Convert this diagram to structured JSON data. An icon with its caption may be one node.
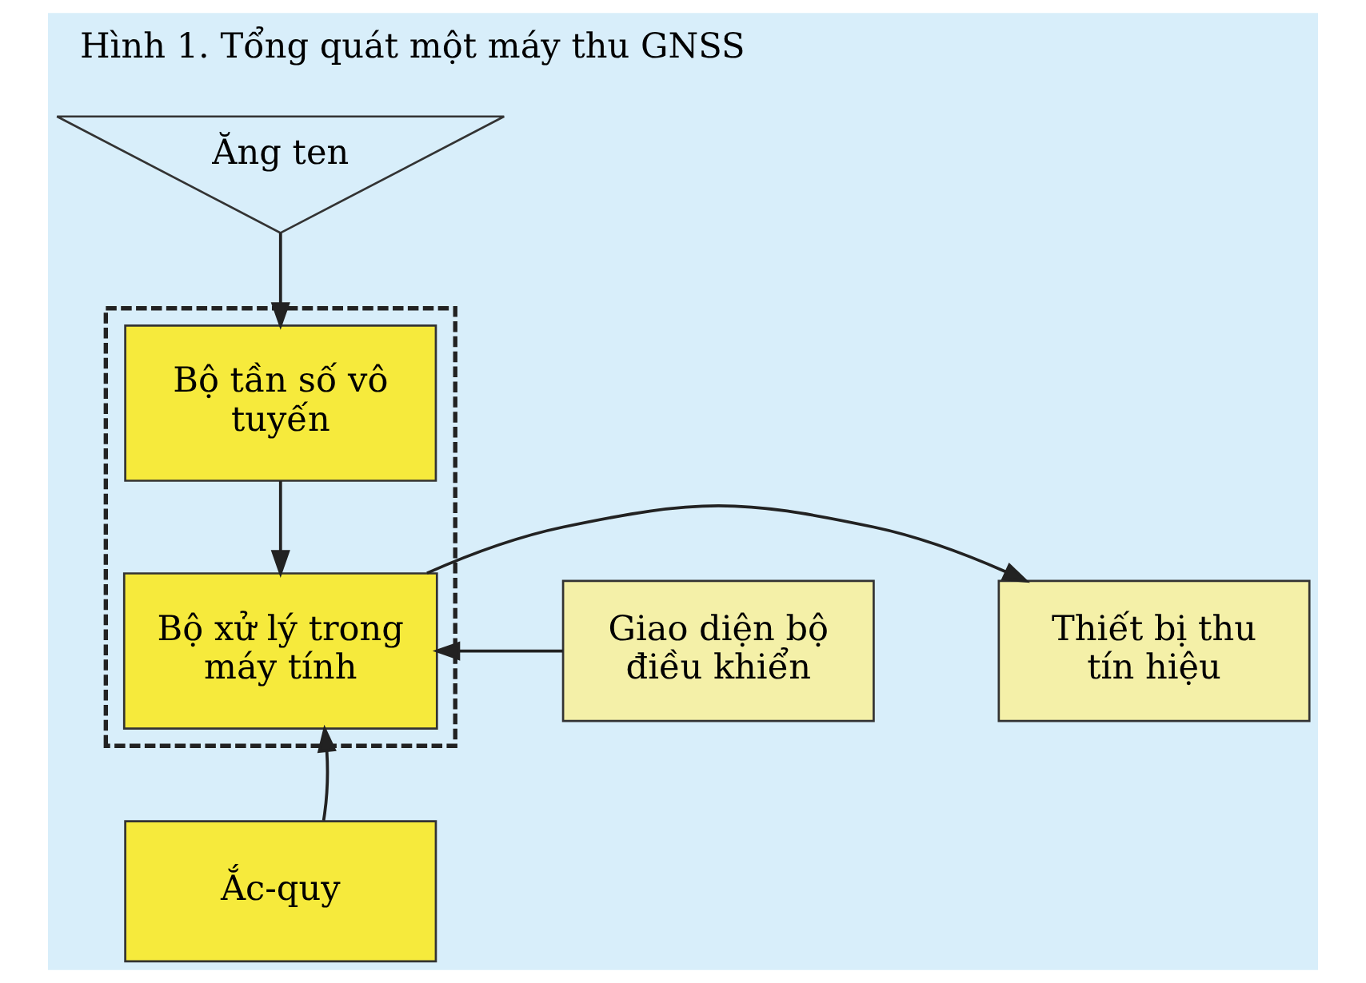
{
  "diagram": {
    "caption": "Hình 1. Tổng quát một máy thu GNSS",
    "nodes": [
      {
        "text": [
          "Ăng ten"
        ]
      },
      {
        "text": [],
        "shape": "box"
      },
      {
        "text": [
          "Bộ tần số vô tuyến"
        ],
        "in": 1
      },
      {
        "text": [
          "Bộ xử lý trong máy tính"
        ],
        "in": 1
      },
      {
        "text": [
          "Giao diện bộ điều khiển"
        ]
      },
      {
        "text": [
          "Thiết bị thu tín hiệu"
        ]
      },
      {
        "text": [
          "Ắc-quy"
        ]
      }
    ],
    "edges": [
      {
        "from": 0,
        "to": 2,
        "arrow": "to"
      },
      {
        "from": 2,
        "to": 3,
        "arrow": "to"
      },
      {
        "from": 4,
        "to": 3,
        "arrow": "to"
      },
      {
        "from": 3,
        "to": 5,
        "arrow": "to"
      },
      {
        "from": 6,
        "to": 3,
        "arrow": "to"
      }
    ]
  }
}
